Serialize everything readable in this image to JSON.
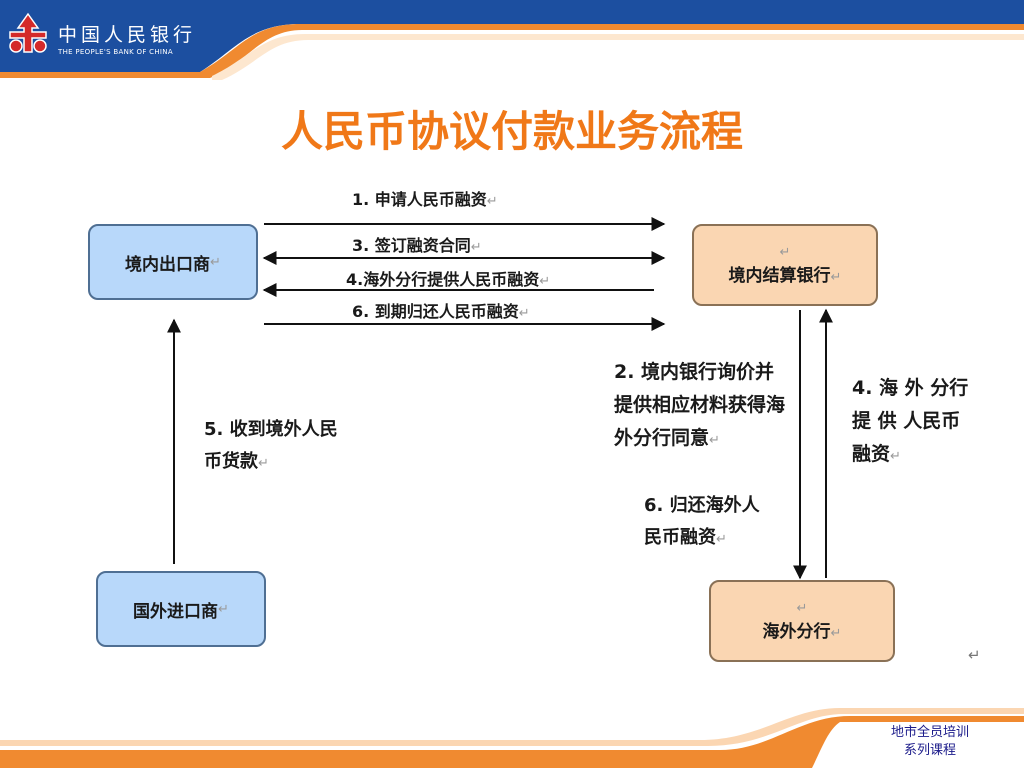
{
  "header": {
    "logo_cn": "中国人民银行",
    "logo_en": "THE PEOPLE'S BANK OF CHINA"
  },
  "title": "人民币协议付款业务流程",
  "nodes": {
    "domestic_exporter": "境内出口商",
    "domestic_bank": "境内结算银行",
    "foreign_importer": "国外进口商",
    "overseas_branch": "海外分行"
  },
  "steps": {
    "s1": "1. 申请人民币融资",
    "s3": "3.  签订融资合同",
    "s4a": "4.海外分行提供人民币融资",
    "s6a": "6.  到期归还人民币融资",
    "s2": "2. 境内银行询价并提供相应材料获得海外分行同意",
    "s4b": "4. 海 外 分行 提 供 人民币融资",
    "s5": "5.  收到境外人民币货款",
    "s6b": "6. 归还海外人民币融资"
  },
  "return_mark": "↵",
  "footer": {
    "line1": "地市全员培训",
    "line2": "系列课程"
  }
}
